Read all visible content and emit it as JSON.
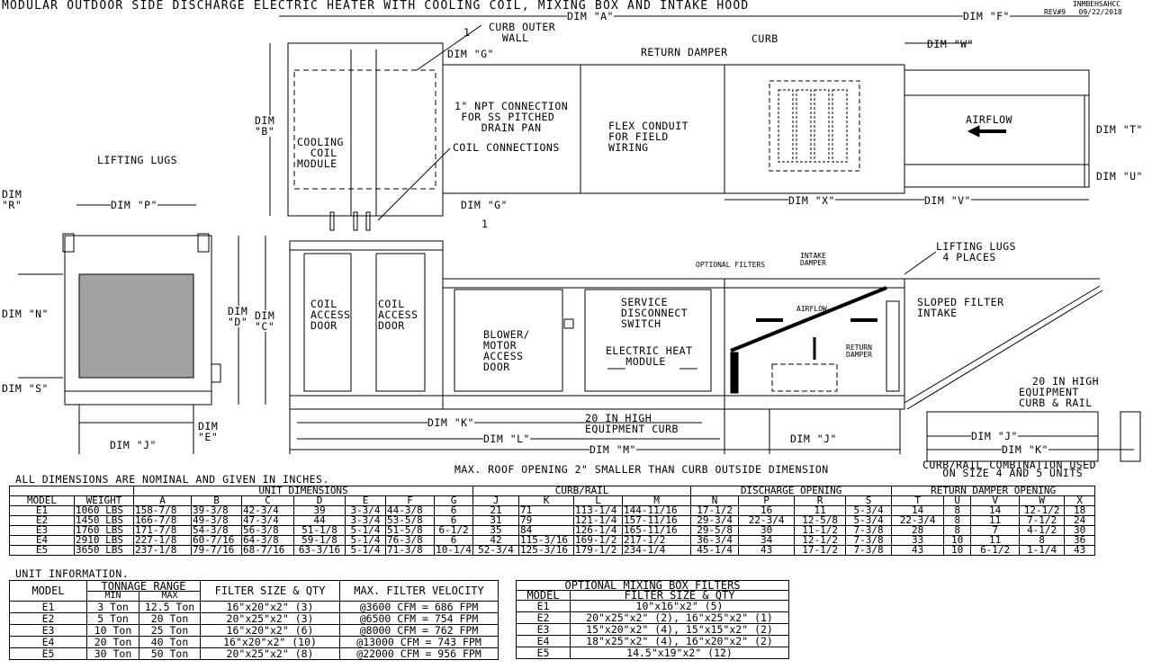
{
  "title": "MODULAR OUTDOOR SIDE DISCHARGE ELECTRIC HEATER WITH COOLING COIL, MIXING BOX AND INTAKE HOOD",
  "stamp": {
    "code": "INMBEHSAHCC",
    "revision": "REV#9   09/22/2018"
  },
  "top_view": {
    "curb_outer_wall": "CURB OUTER\n  WALL",
    "dim_a": "DIM \"A\"",
    "dim_f": "DIM \"F\"",
    "dim_g_top": "DIM \"G\"",
    "dim_g_bottom": "DIM \"G\"",
    "section_mark": "1",
    "section_mark_top": "1",
    "dim_b": "DIM\n\"B\"",
    "curb": "CURB",
    "return_damper": "RETURN DAMPER",
    "dim_w": "DIM \"W\"",
    "npt_connection": "1\" NPT CONNECTION\n FOR SS PITCHED\n    DRAIN PAN",
    "coil_connections": "COIL CONNECTIONS",
    "cooling_coil_module": "COOLING\n  COIL\nMODULE",
    "flex_conduit": "FLEX CONDUIT\nFOR FIELD\nWIRING",
    "airflow": "AIRFLOW",
    "dim_t": "DIM \"T\"",
    "dim_u": "DIM \"U\"",
    "dim_x": "DIM \"X\"",
    "dim_v": "DIM \"V\""
  },
  "end_view": {
    "lifting_lugs": "LIFTING LUGS",
    "dim_r": "DIM\n\"R\"",
    "dim_p": "DIM \"P\"",
    "dim_n": "DIM \"N\"",
    "dim_d": "DIM\n\"D\"",
    "dim_c": "DIM\n\"C\"",
    "dim_s": "DIM \"S\"",
    "dim_e": "DIM\n\"E\"",
    "dim_j": "DIM \"J\""
  },
  "side_view": {
    "coil_access_door_1": "COIL\nACCESS\nDOOR",
    "coil_access_door_2": "COIL\nACCESS\nDOOR",
    "blower_motor_door": "BLOWER/\nMOTOR\nACCESS\nDOOR",
    "service_disconnect": "SERVICE\nDISCONNECT\nSWITCH",
    "electric_heat_module": "ELECTRIC HEAT\n   MODULE",
    "optional_filters": "OPTIONAL FILTERS",
    "intake_damper": "INTAKE\nDAMPER",
    "airflow": "AIRFLOW",
    "return_damper": "RETURN\nDAMPER",
    "lifting_lugs_4": "LIFTING LUGS\n 4 PLACES",
    "sloped_filter_intake": "SLOPED FILTER\nINTAKE",
    "curb_rail_label": "  20 IN HIGH\nEQUIPMENT\nCURB & RAIL",
    "equipment_curb": "20 IN HIGH\nEQUIPMENT CURB",
    "dim_k": "DIM \"K\"",
    "dim_l": "DIM \"L\"",
    "dim_m": "DIM \"M\"",
    "dim_j": "DIM \"J\"",
    "roof_note": "MAX. ROOF OPENING 2\" SMALLER THAN CURB OUTSIDE DIMENSION",
    "rail_dim_j": "DIM \"J\"",
    "rail_dim_k": "DIM \"K\"",
    "rail_note": "CURB/RAIL COMBINATION USED\n   ON SIZE 4 AND 5 UNITS"
  },
  "dimensions_table": {
    "note": "ALL DIMENSIONS ARE NOMINAL AND GIVEN IN INCHES.",
    "groups": {
      "unit_dimensions": "UNIT DIMENSIONS",
      "curb_rail": "CURB/RAIL",
      "discharge_opening": "DISCHARGE OPENING",
      "return_damper_opening": "RETURN DAMPER OPENING"
    },
    "columns": [
      "MODEL",
      "WEIGHT",
      "A",
      "B",
      "C",
      "D",
      "E",
      "F",
      "G",
      "J",
      "K",
      "L",
      "M",
      "N",
      "P",
      "R",
      "S",
      "T",
      "U",
      "V",
      "W",
      "X"
    ],
    "rows": [
      [
        "E1",
        "1060 LBS",
        "158-7/8",
        "39-3/8",
        "42-3/4",
        "39",
        "3-3/4",
        "44-3/8",
        "6",
        "21",
        "71",
        "113-1/4",
        "144-11/16",
        "17-1/2",
        "16",
        "11",
        "5-3/4",
        "14",
        "8",
        "14",
        "12-1/2",
        "18"
      ],
      [
        "E2",
        "1450 LBS",
        "166-7/8",
        "49-3/8",
        "47-3/4",
        "44",
        "3-3/4",
        "53-5/8",
        "6",
        "31",
        "79",
        "121-1/4",
        "157-11/16",
        "29-3/4",
        "22-3/4",
        "12-5/8",
        "5-3/4",
        "22-3/4",
        "8",
        "11",
        "7-1/2",
        "24"
      ],
      [
        "E3",
        "1760 LBS",
        "171-7/8",
        "54-3/8",
        "56-3/8",
        "51-1/8",
        "5-1/4",
        "51-5/8",
        "6-1/2",
        "35",
        "84",
        "126-1/4",
        "165-11/16",
        "29-5/8",
        "30",
        "11-1/2",
        "7-3/8",
        "28",
        "8",
        "7",
        "4-1/2",
        "30"
      ],
      [
        "E4",
        "2910 LBS",
        "227-1/8",
        "60-7/16",
        "64-3/8",
        "59-1/8",
        "5-1/4",
        "76-3/8",
        "6",
        "42",
        "115-3/16",
        "169-1/2",
        "217-1/2",
        "36-3/4",
        "34",
        "12-1/2",
        "7-3/8",
        "33",
        "10",
        "11",
        "8",
        "36"
      ],
      [
        "E5",
        "3650 LBS",
        "237-1/8",
        "79-7/16",
        "68-7/16",
        "63-3/16",
        "5-1/4",
        "71-3/8",
        "10-1/4",
        "52-3/4",
        "125-3/16",
        "179-1/2",
        "234-1/4",
        "45-1/4",
        "43",
        "17-1/2",
        "7-3/8",
        "43",
        "10",
        "6-1/2",
        "1-1/4",
        "43"
      ]
    ]
  },
  "unit_info": {
    "heading": "UNIT INFORMATION.",
    "headers": {
      "model": "MODEL",
      "tonnage_range": "TONNAGE RANGE",
      "min": "MIN",
      "max": "MAX",
      "filter": "FILTER SIZE & QTY",
      "velocity": "MAX. FILTER VELOCITY"
    },
    "rows": [
      [
        "E1",
        "3 Ton",
        "12.5 Ton",
        "16\"x20\"x2\"  (3)",
        "@3600 CFM = 686 FPM"
      ],
      [
        "E2",
        "5 Ton",
        "20 Ton",
        "20\"x25\"x2\"  (3)",
        "@6500 CFM = 754 FPM"
      ],
      [
        "E3",
        "10 Ton",
        "25 Ton",
        "16\"x20\"x2\"  (6)",
        "@8000 CFM = 762 FPM"
      ],
      [
        "E4",
        "20 Ton",
        "40 Ton",
        "16\"x20\"x2\"  (10)",
        "@13000 CFM = 743 FPM"
      ],
      [
        "E5",
        "30 Ton",
        "50 Ton",
        "20\"x25\"x2\"  (8)",
        "@22000 CFM = 956 FPM"
      ]
    ]
  },
  "mixing_box_filters": {
    "title": "OPTIONAL MIXING BOX FILTERS",
    "headers": {
      "model": "MODEL",
      "filter": "FILTER SIZE & QTY"
    },
    "rows": [
      [
        "E1",
        "10\"x16\"x2\"  (5)"
      ],
      [
        "E2",
        "20\"x25\"x2\" (2), 16\"x25\"x2\" (1)"
      ],
      [
        "E3",
        "15\"x20\"x2\" (4), 15\"x15\"x2\" (2)"
      ],
      [
        "E4",
        "18\"x25\"x2\" (4), 16\"x20\"x2\" (2)"
      ],
      [
        "E5",
        "14.5\"x19\"x2\" (12)"
      ]
    ]
  }
}
